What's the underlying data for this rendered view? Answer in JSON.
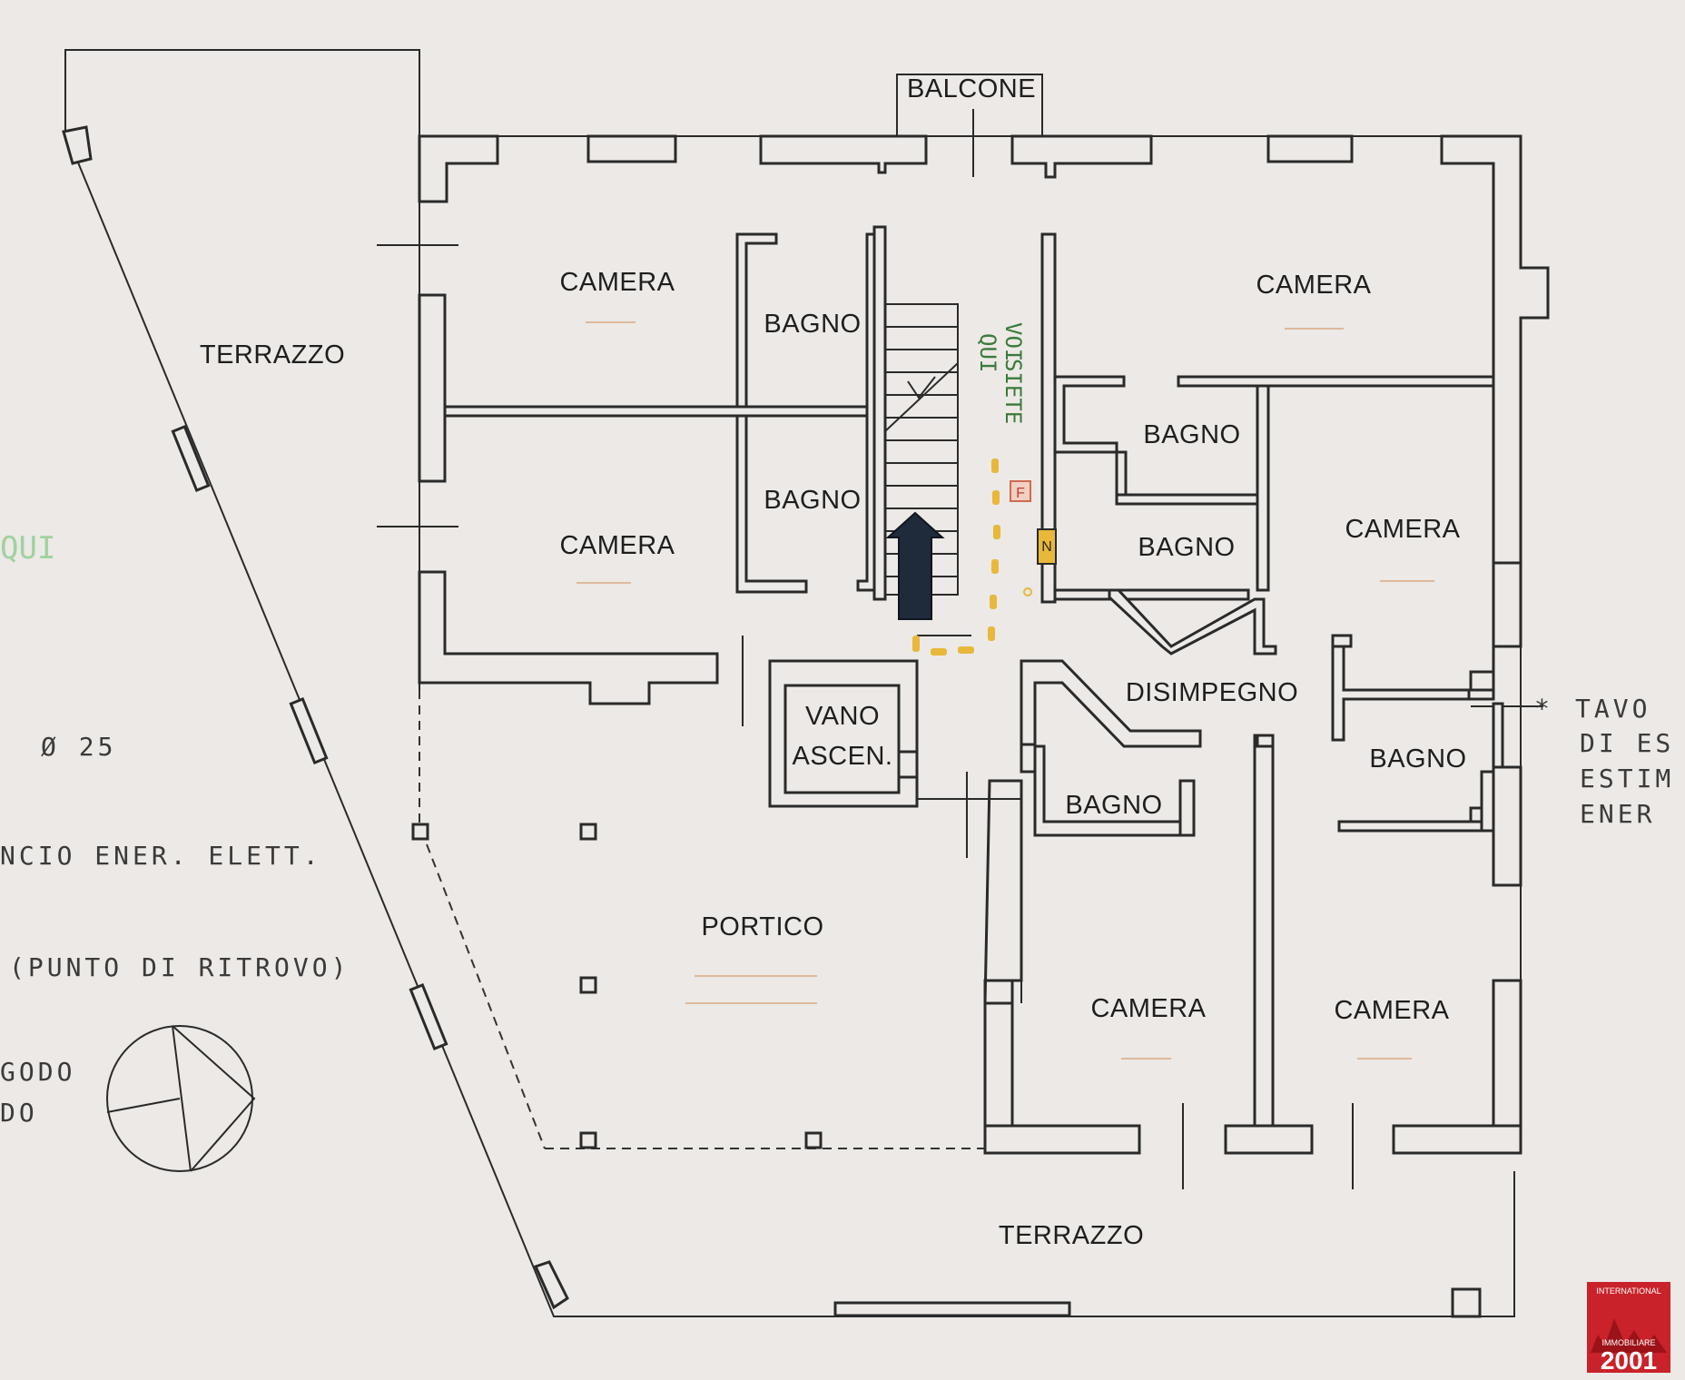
{
  "labels": {
    "balcone": "BALCONE",
    "terrazzo_left": "TERRAZZO",
    "terrazzo_bottom": "TERRAZZO",
    "camera_nw": "CAMERA",
    "camera_w": "CAMERA",
    "camera_ne": "CAMERA",
    "camera_e": "CAMERA",
    "camera_s1": "CAMERA",
    "camera_s2": "CAMERA",
    "bagno_1": "BAGNO",
    "bagno_2": "BAGNO",
    "bagno_3": "BAGNO",
    "bagno_4": "BAGNO",
    "bagno_5": "BAGNO",
    "bagno_6": "BAGNO",
    "disimpegno": "DISIMPEGNO",
    "vano_1": "VANO",
    "vano_2": "ASCEN.",
    "portico": "PORTICO"
  },
  "handwritten": {
    "voi": "VOI",
    "siete": "SIETE",
    "qui": "QUI",
    "left_qui": "QUI",
    "diameter": "Ø 25",
    "energia": "NCIO ENER. ELETT.",
    "punto": "(PUNTO DI RITROVO)",
    "godo": "GODO",
    "do": "DO",
    "asterisk": "*",
    "right_1": "TAVO",
    "right_2": "DI ES",
    "right_3": "ESTIM",
    "right_4": "ENER",
    "fire_mark": "F",
    "n_mark": "N"
  },
  "logo": {
    "top": "INTERNATIONAL",
    "middle": "IMMOBILIARE",
    "number": "2001"
  },
  "colors": {
    "paper": "#ece9e6",
    "wall": "#2a2a2a",
    "arrow": "#1f2a3a",
    "dots": "#e8b83a",
    "logo": "#c9222a"
  }
}
